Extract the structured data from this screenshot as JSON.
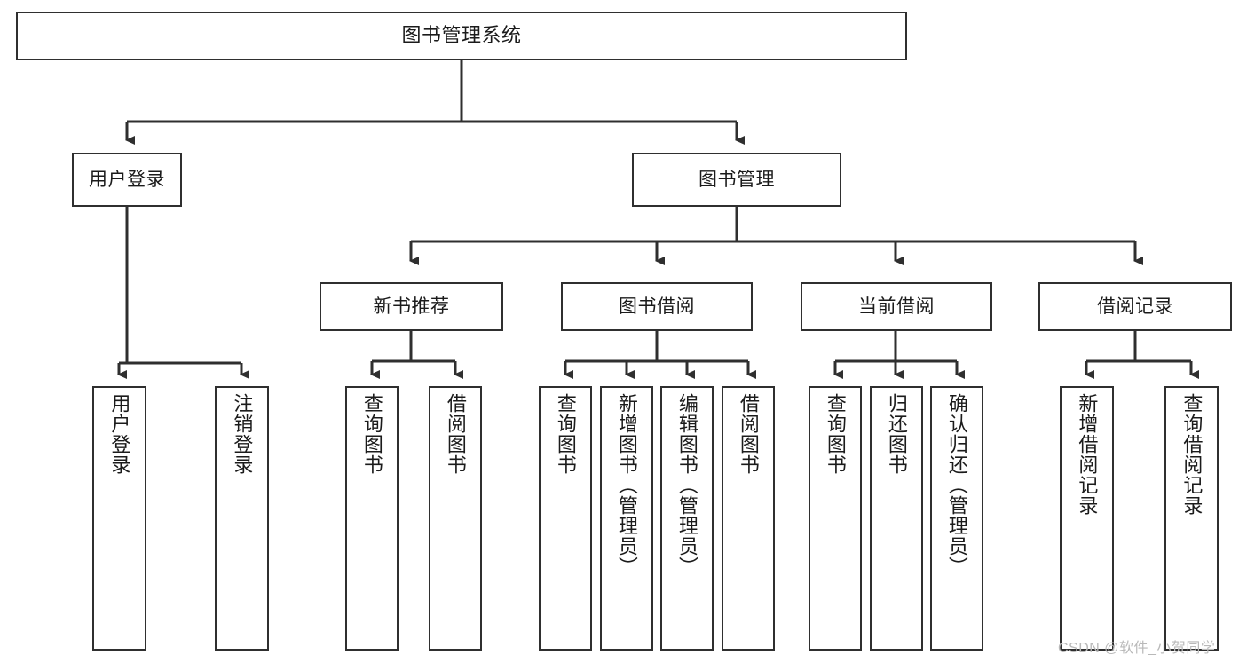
{
  "diagram": {
    "title": "图书管理系统",
    "type": "hierarchy-tree",
    "colors": {
      "box_border": "#2f2f2f",
      "box_fill": "#ffffff",
      "edge": "#2f2f2f",
      "text": "#1b1b1b",
      "watermark": "#b9b9b9"
    },
    "levels": {
      "level1": "系统",
      "level2": "模块",
      "level3": "子模块",
      "level4": "功能"
    },
    "nodes": {
      "root": {
        "label": "图书管理系统",
        "orientation": "horizontal"
      },
      "user_login": {
        "label": "用户登录",
        "orientation": "horizontal"
      },
      "book_manage": {
        "label": "图书管理",
        "orientation": "horizontal"
      },
      "new_book_rec": {
        "label": "新书推荐",
        "orientation": "horizontal"
      },
      "book_borrow": {
        "label": "图书借阅",
        "orientation": "horizontal"
      },
      "current_borrow": {
        "label": "当前借阅",
        "orientation": "horizontal"
      },
      "borrow_record": {
        "label": "借阅记录",
        "orientation": "horizontal"
      },
      "leaf_user_login": {
        "label": "用户登录",
        "orientation": "vertical"
      },
      "leaf_logout": {
        "label": "注销登录",
        "orientation": "vertical"
      },
      "leaf_query_book_1": {
        "label": "查询图书",
        "orientation": "vertical"
      },
      "leaf_borrow_book_1": {
        "label": "借阅图书",
        "orientation": "vertical"
      },
      "leaf_query_book_2": {
        "label": "查询图书",
        "orientation": "vertical"
      },
      "leaf_add_book": {
        "label": "新增图书（管理员）",
        "orientation": "vertical"
      },
      "leaf_edit_book": {
        "label": "编辑图书（管理员）",
        "orientation": "vertical"
      },
      "leaf_borrow_book_2": {
        "label": "借阅图书",
        "orientation": "vertical"
      },
      "leaf_query_book_3": {
        "label": "查询图书",
        "orientation": "vertical"
      },
      "leaf_return_book": {
        "label": "归还图书",
        "orientation": "vertical"
      },
      "leaf_confirm_return": {
        "label": "确认归还（管理员）",
        "orientation": "vertical"
      },
      "leaf_add_record": {
        "label": "新增借阅记录",
        "orientation": "vertical"
      },
      "leaf_query_record": {
        "label": "查询借阅记录",
        "orientation": "vertical"
      }
    },
    "edges": [
      {
        "from": "root",
        "to": "user_login"
      },
      {
        "from": "root",
        "to": "book_manage"
      },
      {
        "from": "user_login",
        "to": "leaf_user_login"
      },
      {
        "from": "user_login",
        "to": "leaf_logout"
      },
      {
        "from": "book_manage",
        "to": "new_book_rec"
      },
      {
        "from": "book_manage",
        "to": "book_borrow"
      },
      {
        "from": "book_manage",
        "to": "current_borrow"
      },
      {
        "from": "book_manage",
        "to": "borrow_record"
      },
      {
        "from": "new_book_rec",
        "to": "leaf_query_book_1"
      },
      {
        "from": "new_book_rec",
        "to": "leaf_borrow_book_1"
      },
      {
        "from": "book_borrow",
        "to": "leaf_query_book_2"
      },
      {
        "from": "book_borrow",
        "to": "leaf_add_book"
      },
      {
        "from": "book_borrow",
        "to": "leaf_edit_book"
      },
      {
        "from": "book_borrow",
        "to": "leaf_borrow_book_2"
      },
      {
        "from": "current_borrow",
        "to": "leaf_query_book_3"
      },
      {
        "from": "current_borrow",
        "to": "leaf_return_book"
      },
      {
        "from": "current_borrow",
        "to": "leaf_confirm_return"
      },
      {
        "from": "borrow_record",
        "to": "leaf_add_record"
      },
      {
        "from": "borrow_record",
        "to": "leaf_query_record"
      }
    ]
  },
  "watermark": {
    "text": "CSDN @软件_小贺同学"
  }
}
